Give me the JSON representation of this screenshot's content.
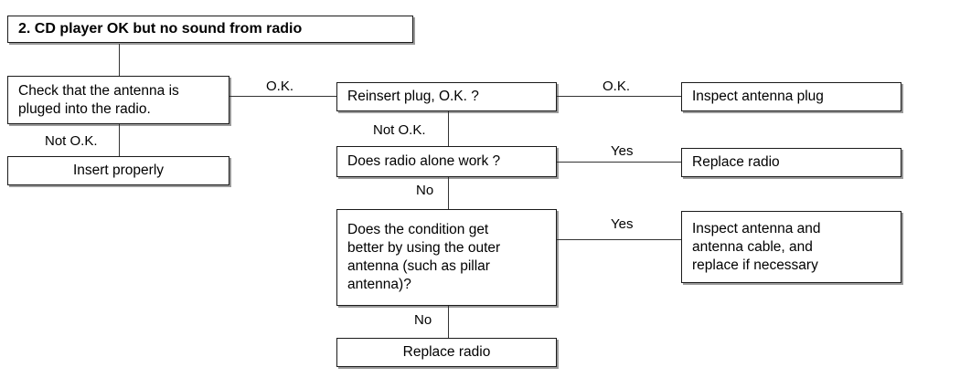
{
  "diagram": {
    "title": "2. CD player OK but no sound from radio",
    "nodes": {
      "title_box": "2. CD player OK but no sound from radio",
      "check_antenna": "Check that the antenna is\npluged into the radio.",
      "insert_properly": "Insert properly",
      "reinsert_plug": "Reinsert plug, O.K. ?",
      "inspect_antenna_plug": "Inspect antenna plug",
      "radio_alone_work": "Does radio alone work ?",
      "replace_radio_top": "Replace radio",
      "outer_antenna_question": "Does the condition get\nbetter by using the outer\nantenna (such as pillar\nantenna)?",
      "inspect_antenna_cable": "Inspect antenna and\nantenna cable, and\nreplace if necessary",
      "replace_radio_bottom": "Replace radio"
    },
    "edge_labels": {
      "check_ok": "O.K.",
      "check_not_ok": "Not O.K.",
      "reinsert_ok": "O.K.",
      "reinsert_not_ok": "Not O.K.",
      "radio_yes": "Yes",
      "radio_no": "No",
      "outer_yes": "Yes",
      "outer_no": "No"
    },
    "colors": {
      "border": "#1a1a1a",
      "shadow": "#9a9a9a",
      "connector": "#333333",
      "background": "#ffffff",
      "text": "#000000"
    }
  }
}
